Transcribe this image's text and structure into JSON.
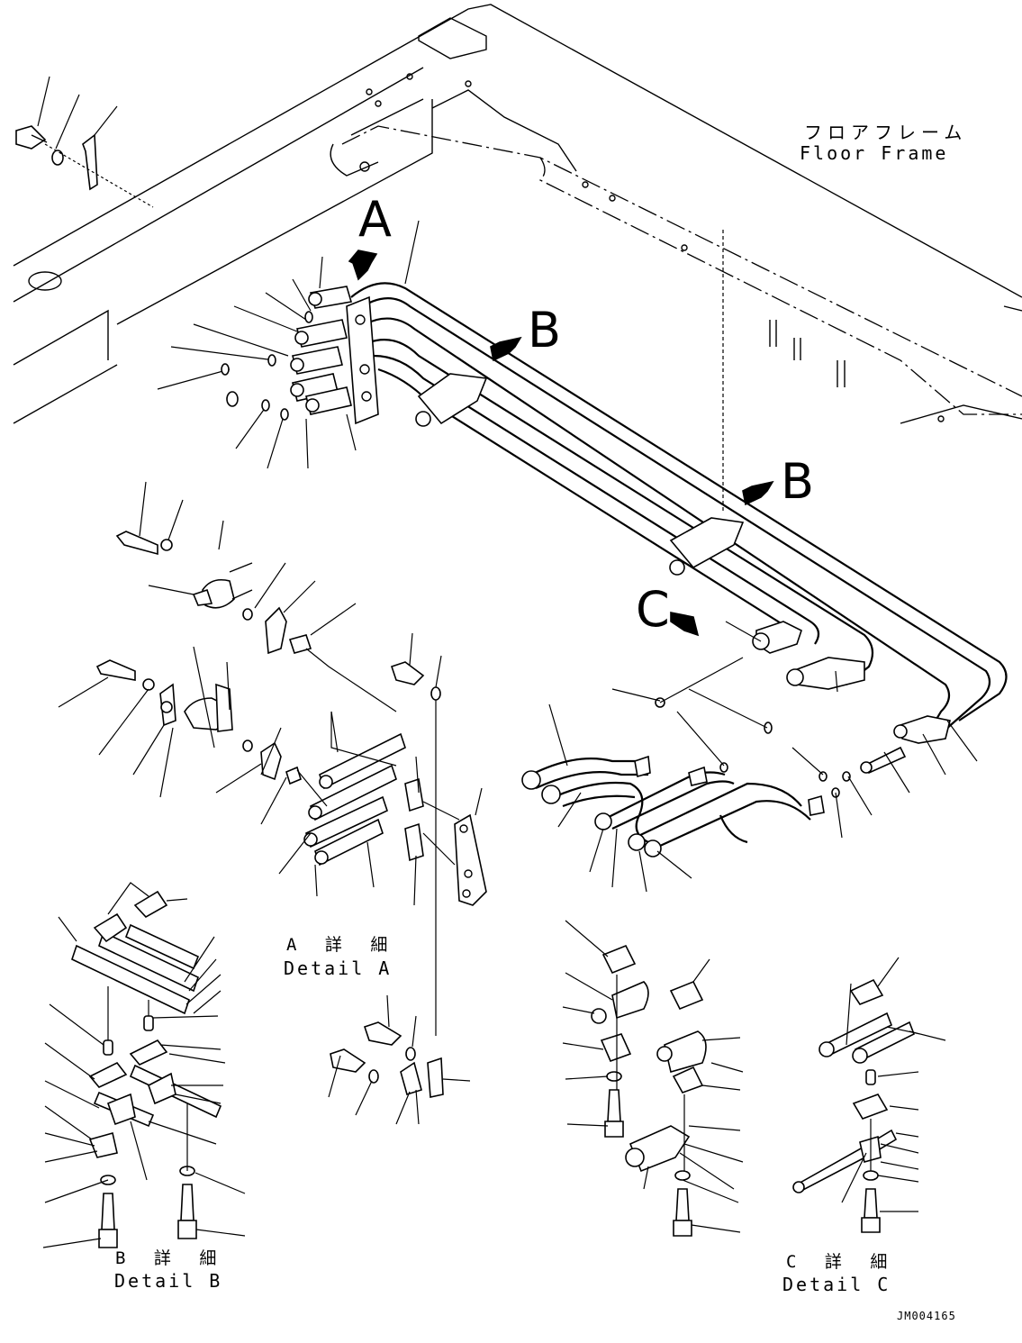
{
  "labels": {
    "floor_frame_jp": "フロアフレーム",
    "floor_frame_en": "Floor Frame",
    "view_a": "A",
    "view_b_top": "B",
    "view_b_right": "B",
    "view_c": "C",
    "detail_a_jp": "A 詳 細",
    "detail_a_en": "Detail A",
    "detail_b_jp": "B 詳 細",
    "detail_b_en": "Detail B",
    "detail_c_jp": "C 詳 細",
    "detail_c_en": "Detail C",
    "drawing_code": "JM004165"
  },
  "colors": {
    "ink": "#000000",
    "paper": "#ffffff"
  }
}
